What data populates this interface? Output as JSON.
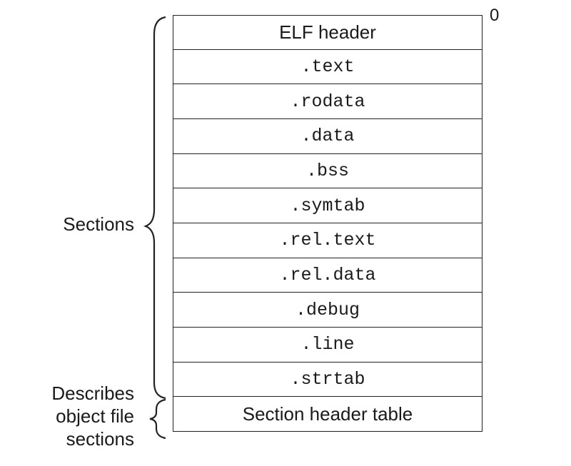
{
  "offset_label": "0",
  "blocks": [
    {
      "label": "ELF header",
      "style": "sans"
    },
    {
      "label": ".text",
      "style": "mono"
    },
    {
      "label": ".rodata",
      "style": "mono"
    },
    {
      "label": ".data",
      "style": "mono"
    },
    {
      "label": ".bss",
      "style": "mono"
    },
    {
      "label": ".symtab",
      "style": "mono"
    },
    {
      "label": ".rel.text",
      "style": "mono"
    },
    {
      "label": ".rel.data",
      "style": "mono"
    },
    {
      "label": ".debug",
      "style": "mono"
    },
    {
      "label": ".line",
      "style": "mono"
    },
    {
      "label": ".strtab",
      "style": "mono"
    },
    {
      "label": "Section header table",
      "style": "sans"
    }
  ],
  "left_labels": {
    "sections": "Sections",
    "describes": [
      "Describes",
      "object file",
      "sections"
    ]
  }
}
